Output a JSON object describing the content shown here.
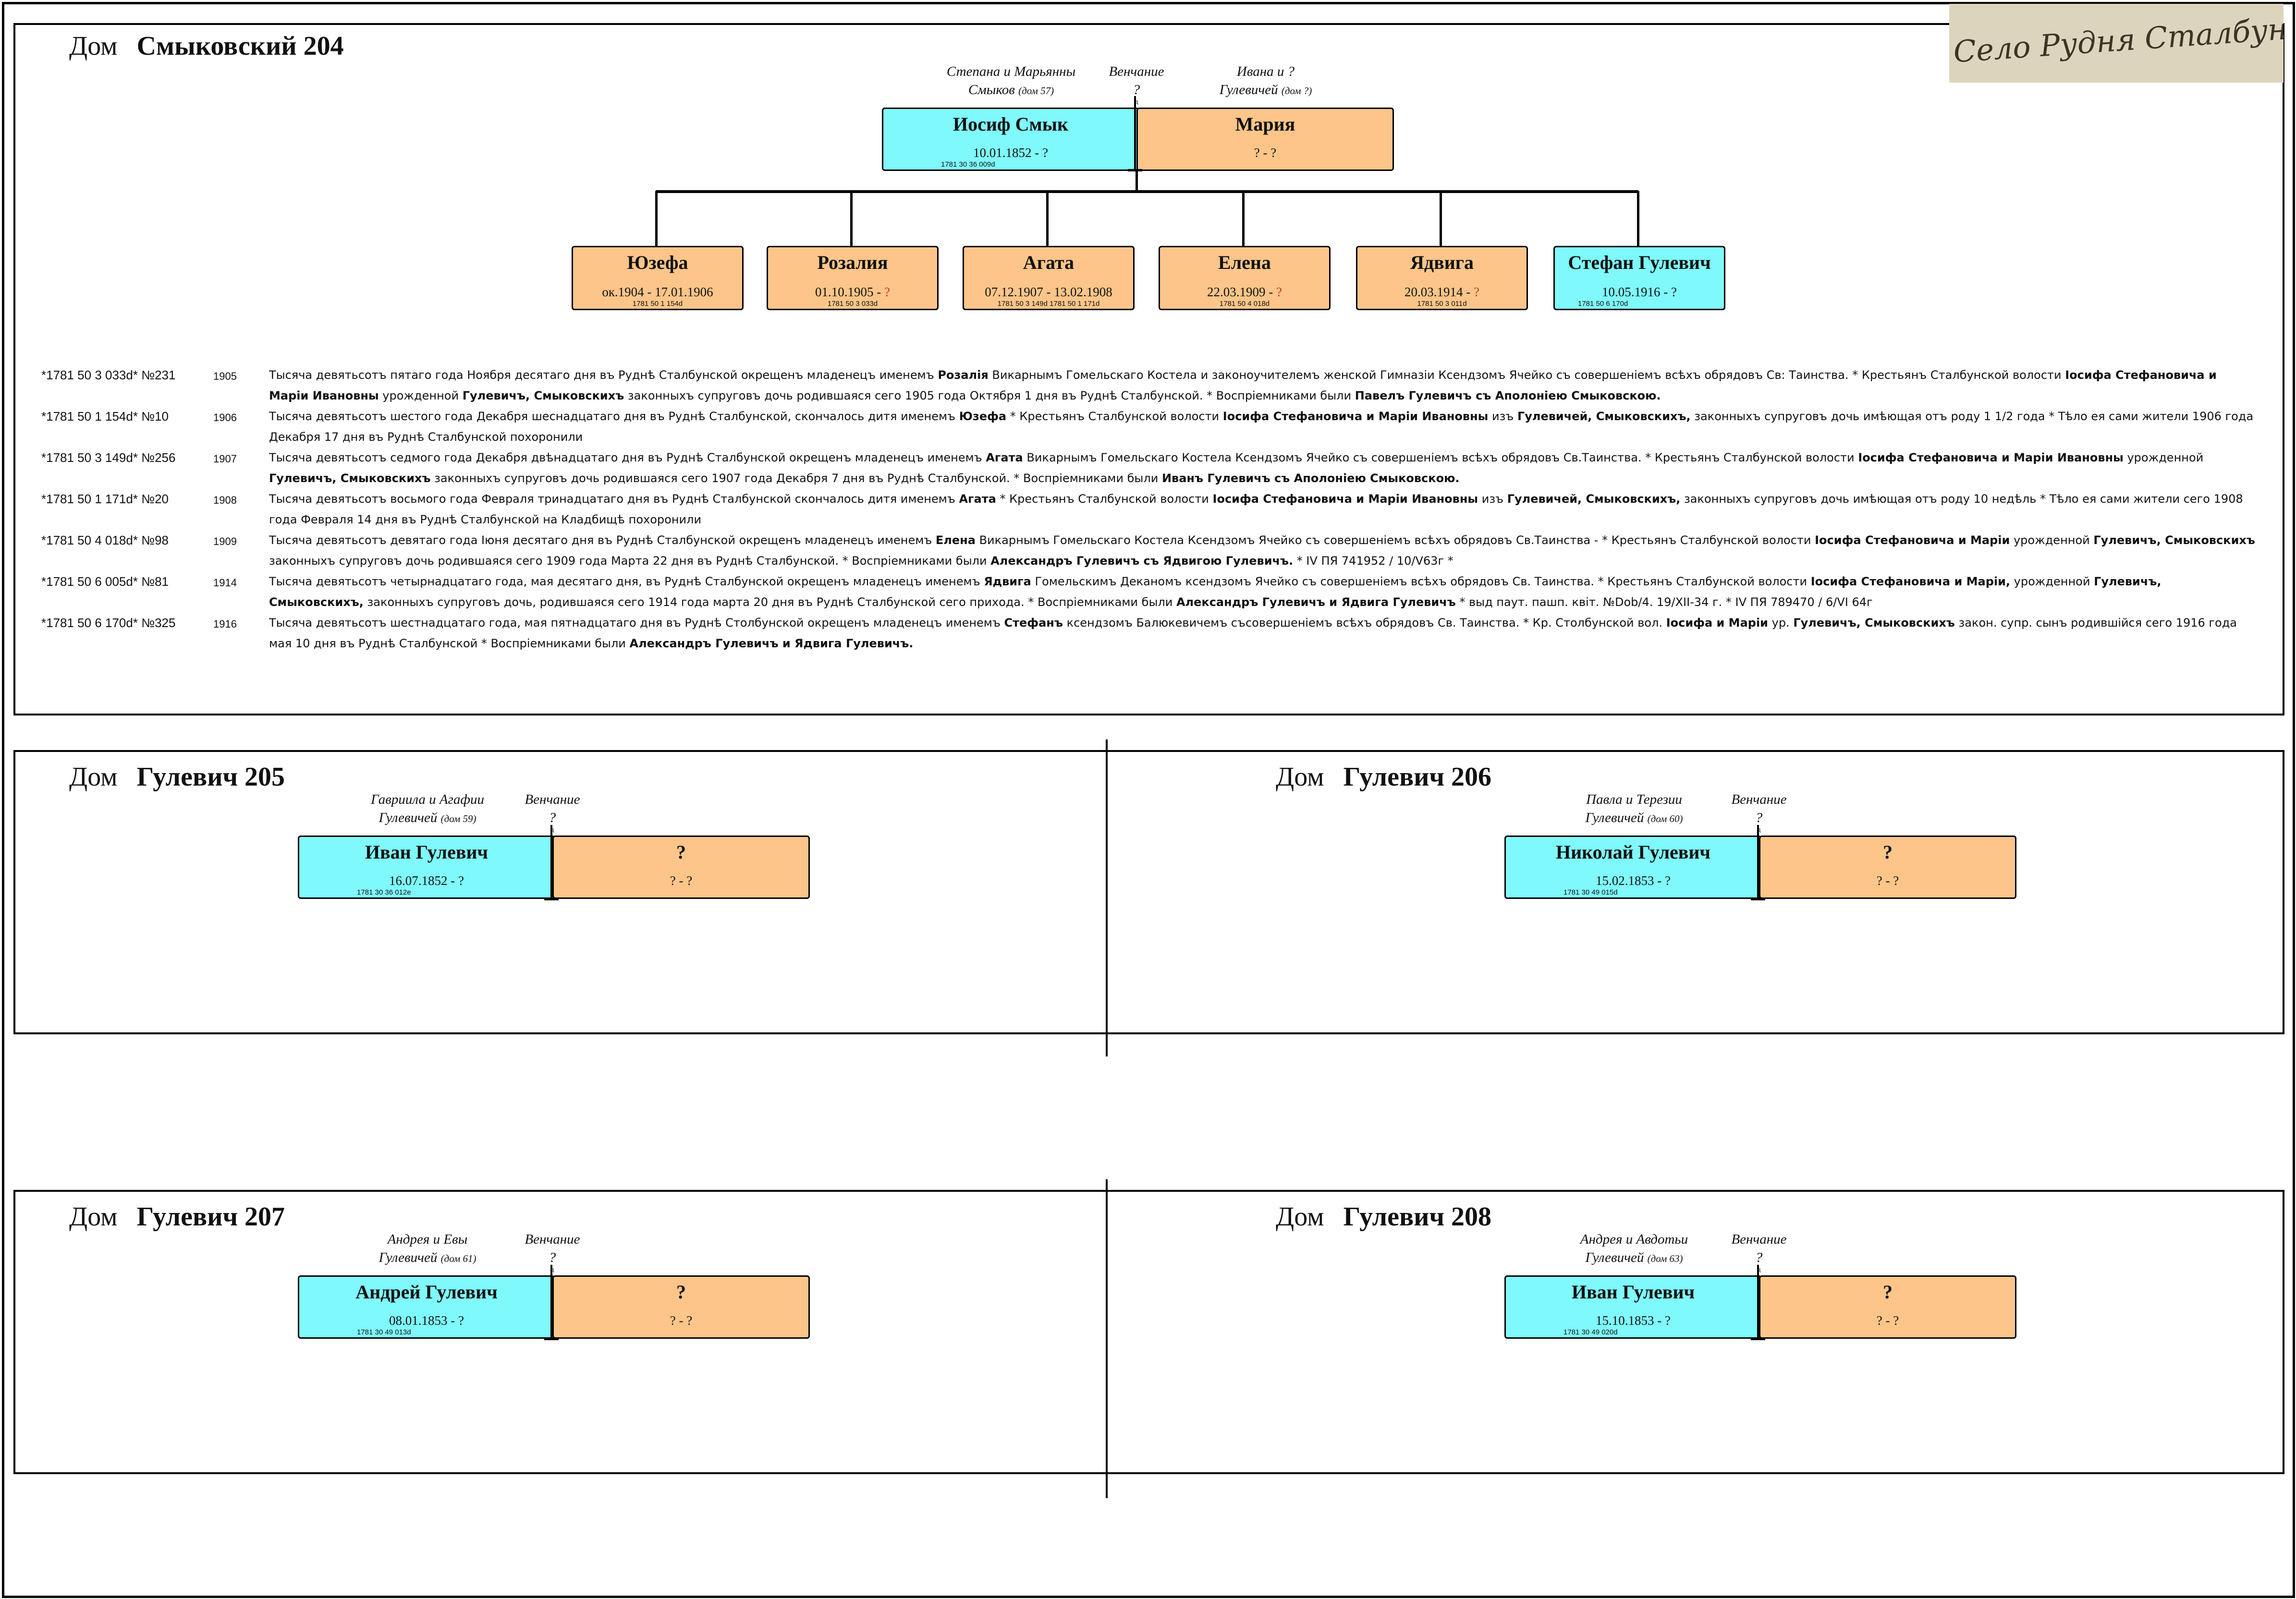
{
  "top": {
    "house_word": "Дом",
    "house_name": "Смыковский 204",
    "parents_label_1": "Степана и Марьянны",
    "parents_label_2": "Смыков",
    "parents_label_2_note": "(дом 57)",
    "wedding_label": "Венчание",
    "wedding_q": "?",
    "wedding_ref": "д",
    "wife_parents_label_1": "Ивана и ?",
    "wife_parents_label_2": "Гулевичей",
    "wife_parents_label_2_note": "(дом ?)",
    "husband": {
      "name": "Иосиф Смык",
      "dates": "10.01.1852 - ?",
      "ref": "1781 30 36 009d"
    },
    "wife": {
      "name": "Мария",
      "dates": "? - ?"
    },
    "children": [
      {
        "name": "Юзефа",
        "dates": "ок.1904 - 17.01.1906",
        "ref": "1781 50 1 154d",
        "sex": "f"
      },
      {
        "name": "Розалия",
        "dates": "01.10.1905 - ",
        "dates_q": "?",
        "ref": "1781 50 3 033d",
        "sex": "f"
      },
      {
        "name": "Агата",
        "dates": "07.12.1907 - 13.02.1908",
        "ref": "1781 50 3 149d    1781 50 1 171d",
        "sex": "f"
      },
      {
        "name": "Елена",
        "dates": "22.03.1909 - ",
        "dates_q": "?",
        "ref": "1781 50 4 018d",
        "sex": "f"
      },
      {
        "name": "Ядвига",
        "dates": "20.03.1914 - ",
        "dates_q": "?",
        "ref": "1781 50 3 011d",
        "sex": "f"
      },
      {
        "name": "Стефан Гулевич",
        "dates": "10.05.1916 - ?",
        "ref": "1781 50 6 170d",
        "sex": "m"
      }
    ],
    "records": [
      {
        "id": "*1781 50 3 033d* №231",
        "year": "1905",
        "parts": [
          {
            "t": "Тысяча девятьсотъ пятаго года Ноября десятаго дня въ Руднѣ Сталбунской окрещенъ младенецъ именемъ "
          },
          {
            "t": "Розалія",
            "b": true
          },
          {
            "t": " Викарнымъ Гомельскаго Костела и законоучителемъ женской Гимназіи Ксендзомъ Ячейко съ совершеніемъ всѣхъ обрядовъ Св: Таинства. * Крестьянъ Сталбунской волости "
          },
          {
            "t": "Іосифа Стефановича и Маріи Ивановны",
            "b": true
          },
          {
            "t": " урожденной "
          },
          {
            "t": "Гулевичъ, Смыковскихъ",
            "b": true
          },
          {
            "t": " законныхъ супруговъ дочь родившаяся сего 1905 года Октября 1 дня въ Руднѣ Сталбунской. * Воспріемниками были  "
          },
          {
            "t": "Павелъ Гулевичъ съ Аполоніею Смыковскою.",
            "b": true
          }
        ]
      },
      {
        "id": "*1781 50 1 154d* №10",
        "year": "1906",
        "parts": [
          {
            "t": "Тысяча девятьсотъ шестого года Декабря шеснадцатаго дня въ Руднѣ Сталбунской, скончалось дитя именемъ "
          },
          {
            "t": "Юзефа",
            "b": true
          },
          {
            "t": " * Крестьянъ Сталбунской волости  "
          },
          {
            "t": "Іосифа Стефановича и Маріи Ивановны",
            "b": true
          },
          {
            "t": " изъ "
          },
          {
            "t": "Гулевичей, Смыковскихъ,",
            "b": true
          },
          {
            "t": "  законныхъ супруговъ дочь имѣющая отъ роду 1 1/2 года * Тѣло ея сами жители 1906 года Декабря 17 дня въ Руднѣ Сталбунской похоронили"
          }
        ]
      },
      {
        "id": "*1781 50 3 149d* №256",
        "year": "1907",
        "parts": [
          {
            "t": "Тысяча девятьсотъ седмого года Декабря двѣнадцатаго дня въ Руднѣ Сталбунской окрещенъ младенецъ именемъ "
          },
          {
            "t": "Агата",
            "b": true
          },
          {
            "t": " Викарнымъ Гомельскаго Костела Ксендзомъ Ячейко съ совершеніемъ всѣхъ обрядовъ Св.Таинства. * Крестьянъ Сталбунской волости "
          },
          {
            "t": "Іосифа Стефановича и Маріи Ивановны",
            "b": true
          },
          {
            "t": " урожденной "
          },
          {
            "t": "Гулевичъ, Смыковскихъ",
            "b": true
          },
          {
            "t": " законныхъ супруговъ дочь родившаяся сего 1907 года Декабря 7 дня въ Руднѣ Сталбунской. * Воспріемниками были "
          },
          {
            "t": "Иванъ Гулевичъ съ Аполоніею Смыковскою.",
            "b": true
          }
        ]
      },
      {
        "id": "*1781 50 1 171d* №20",
        "year": "1908",
        "parts": [
          {
            "t": "Тысяча девятьсотъ восьмого года Февраля тринадцатаго дня въ Руднѣ Сталбунской скончалось дитя именемъ "
          },
          {
            "t": "Агата",
            "b": true
          },
          {
            "t": " * Крестьянъ Сталбунской волости  "
          },
          {
            "t": "Іосифа Стефановича и Маріи Ивановны",
            "b": true
          },
          {
            "t": " изъ "
          },
          {
            "t": "Гулевичей, Смыковскихъ,",
            "b": true
          },
          {
            "t": " законныхъ супруговъ дочь имѣющая отъ роду 10 недѣль * Тѣло ея сами жители сего 1908 года Февраля 14 дня въ Руднѣ Сталбунской на Кладбищѣ похоронили"
          }
        ]
      },
      {
        "id": "*1781 50 4 018d* №98",
        "year": "1909",
        "parts": [
          {
            "t": "Тысяча девятьсотъ девятаго года Іюня десятаго дня въ Руднѣ Сталбунской окрещенъ младенецъ именемъ "
          },
          {
            "t": "Елена",
            "b": true
          },
          {
            "t": " Викарнымъ Гомельскаго Костела Ксендзомъ Ячейко съ совершеніемъ всѣхъ обрядовъ Св.Таинства - * Крестьянъ Сталбунской волости "
          },
          {
            "t": "Іосифа Стефановича и Маріи",
            "b": true
          },
          {
            "t": " урожденной "
          },
          {
            "t": "Гулевичъ, Смыковскихъ",
            "b": true
          },
          {
            "t": " законныхъ супруговъ дочь родившаяся сего 1909 года Марта 22 дня въ Руднѣ Сталбунской. * Воспріемниками были  "
          },
          {
            "t": "Александръ Гулевичъ съ Ядвигою Гулевичъ.",
            "b": true
          },
          {
            "t": " * IV ПЯ 741952 / 10/V63г *"
          }
        ]
      },
      {
        "id": "*1781 50 6 005d* №81",
        "year": "1914",
        "parts": [
          {
            "t": "Тысяча девятьсотъ четырнадцатаго года, мая десятаго дня, въ Руднѣ Сталбунской окрещенъ младенецъ именемъ "
          },
          {
            "t": "Ядвига",
            "b": true
          },
          {
            "t": " Гомельскимъ Деканомъ ксендзомъ Ячейко съ совершеніемъ всѣхъ обрядовъ Св. Таинства. * Крестьянъ Сталбунской волости "
          },
          {
            "t": "Іосифа Стефановича и Маріи,",
            "b": true
          },
          {
            "t": " урожденной "
          },
          {
            "t": "Гулевичъ, Смыковскихъ,",
            "b": true
          },
          {
            "t": " законныхъ супруговъ дочь, родившаяся сего 1914 года марта 20 дня въ Руднѣ Сталбунской сего прихода. * Воспріемниками были  "
          },
          {
            "t": "Александръ Гулевичъ и Ядвига Гулевичъ",
            "b": true
          },
          {
            "t": " * выд паут. пашп. квіт. №Dob/4. 19/XII-34 г. * IV ПЯ 789470 / 6/VI 64г"
          }
        ]
      },
      {
        "id": "*1781 50 6 170d* №325",
        "year": "1916",
        "parts": [
          {
            "t": "Тысяча девятьсотъ шестнадцатаго года, мая пятнадцатаго дня въ Руднѣ Столбунской окрещенъ младенецъ именемъ "
          },
          {
            "t": "Стефанъ",
            "b": true
          },
          {
            "t": " ксендзомъ Балюкевичемъ съсовершеніемъ всѣхъ обрядовъ Св. Таинства. * Кр. Столбунской вол. "
          },
          {
            "t": "Іосифа и Маріи",
            "b": true
          },
          {
            "t": " ур. "
          },
          {
            "t": "Гулевичъ, Смыковскихъ",
            "b": true
          },
          {
            "t": " закон. супр. сынъ родившійся сего 1916 года мая 10 дня въ Руднѣ Сталбунской * Воспріемниками были  "
          },
          {
            "t": "Александръ Гулевичъ и Ядвига Гулевичъ.",
            "b": true
          }
        ]
      }
    ]
  },
  "stamp_text": "Село Рудня Сталбунска",
  "houses": [
    {
      "house_word": "Дом",
      "house_name": "Гулевич 205",
      "parents_1": "Гавриила и Агафии",
      "parents_2": "Гулевичей",
      "parents_note": "(дом 59)",
      "wedding_label": "Венчание",
      "wedding_q": "?",
      "wedding_ref": "д",
      "husband_name": "Иван Гулевич",
      "husband_dates": "16.07.1852 - ?",
      "husband_ref": "1781 30 36 012e",
      "wife_name": "?",
      "wife_dates": "? - ?"
    },
    {
      "house_word": "Дом",
      "house_name": "Гулевич 206",
      "parents_1": "Павла и Терезии",
      "parents_2": "Гулевичей",
      "parents_note": "(дом 60)",
      "wedding_label": "Венчание",
      "wedding_q": "?",
      "wedding_ref": "д",
      "husband_name": "Николай Гулевич",
      "husband_dates": "15.02.1853 - ?",
      "husband_ref": "1781 30 49 015d",
      "wife_name": "?",
      "wife_dates": "? - ?"
    },
    {
      "house_word": "Дом",
      "house_name": "Гулевич 207",
      "parents_1": "Андрея и Евы",
      "parents_2": "Гулевичей",
      "parents_note": "(дом 61)",
      "wedding_label": "Венчание",
      "wedding_q": "?",
      "wedding_ref": "д",
      "husband_name": "Андрей Гулевич",
      "husband_dates": "08.01.1853 - ?",
      "husband_ref": "1781 30 49 013d",
      "wife_name": "?",
      "wife_dates": "? - ?"
    },
    {
      "house_word": "Дом",
      "house_name": "Гулевич 208",
      "parents_1": "Андрея и Авдотьи",
      "parents_2": "Гулевичей",
      "parents_note": "(дом 63)",
      "wedding_label": "Венчание",
      "wedding_q": "?",
      "wedding_ref": "д",
      "husband_name": "Иван Гулевич",
      "husband_dates": "15.10.1853 - ?",
      "husband_ref": "1781 30 49 020d",
      "wife_name": "?",
      "wife_dates": "? - ?"
    }
  ],
  "colors": {
    "male": "#7ff9fb",
    "female": "#fdc589",
    "question": "#c0392b"
  }
}
